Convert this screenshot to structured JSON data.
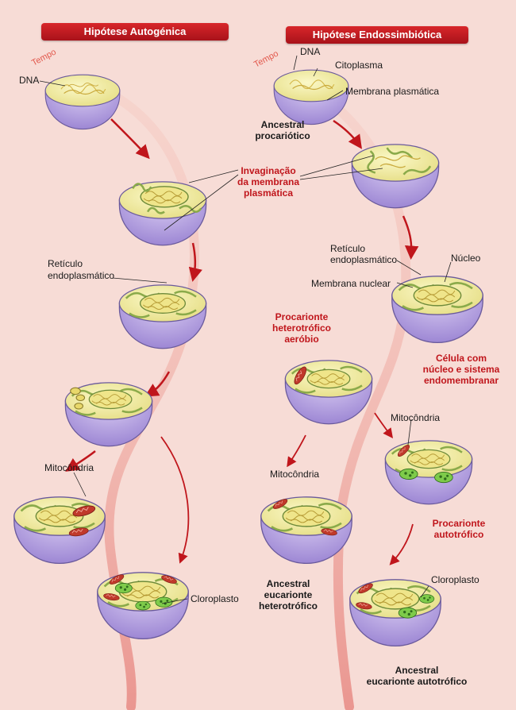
{
  "left": {
    "title": "Hipótese Autogénica",
    "tempo": "Tempo",
    "dna": "DNA",
    "reticulo": "Retículo endoplasmático",
    "mitocondria": "Mitocôndria",
    "cloroplasto": "Cloroplasto"
  },
  "right": {
    "title": "Hipótese Endossimbiótica",
    "tempo": "Tempo",
    "dna": "DNA",
    "citoplasma": "Citoplasma",
    "membrana_plasmatica": "Membrana plasmática",
    "ancestral_procariotico": [
      "Ancestral",
      "procariótico"
    ],
    "reticulo": [
      "Retículo",
      "endoplasmático"
    ],
    "nucleo": "Núcleo",
    "membrana_nuclear": "Membrana nuclear",
    "celula_com_nucleo": [
      "Célula com",
      "núcleo e sistema",
      "endomembranar"
    ],
    "procarionte_heterotrofico": [
      "Procarionte",
      "heterotrófico",
      "aeróbio"
    ],
    "mitocondria_right": "Mitocôndria",
    "mitocondria_bottom": "Mitocôndria",
    "procarionte_autotrofico": [
      "Procarionte",
      "autotrófico"
    ],
    "cloroplasto": "Cloroplasto",
    "ancestral_heterotrofico": [
      "Ancestral",
      "eucarionte",
      "heterotrófico"
    ],
    "ancestral_autotrofico": [
      "Ancestral",
      "eucarionte autotrófico"
    ]
  },
  "center": {
    "invaginacao": [
      "Invaginação",
      "da membrana",
      "plasmática"
    ]
  },
  "colors": {
    "background": "#f7dcd6",
    "banner": "#c0161c",
    "cytoplasm": "#f4f0a8",
    "membrane": "#b9a7e0",
    "mitochondria": "#c0392b",
    "chloroplast": "#7ecb4a",
    "arrow": "#c0161c"
  }
}
